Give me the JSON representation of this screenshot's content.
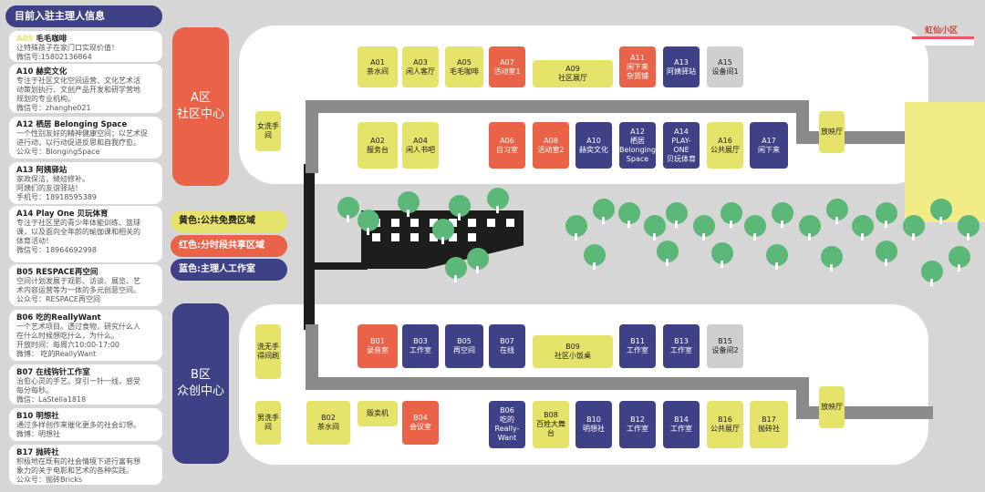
{
  "header": "目前入驻主理人信息",
  "cards": [
    {
      "id": "A05",
      "title": "毛毛咖啡",
      "lines": [
        "让特殊孩子在家门口实现价值！",
        "微信号:15802136864"
      ],
      "highlight": true
    },
    {
      "id": "A10",
      "title": "赫奕文化",
      "lines": [
        "专注于社区文化空间运营、文化艺术活",
        "动策划执行、文创产品开发和研学营地",
        "规划的专业机构。",
        "微信号：zhanghe021"
      ]
    },
    {
      "id": "A12",
      "title": "栖居 Belonging Space",
      "lines": [
        "一个性别友好的精神健康空间；以艺术促",
        "进行动，以行动促进反思和自我疗愈。",
        "公众号：BlongingSpace"
      ]
    },
    {
      "id": "A13",
      "title": "阿姨驿站",
      "lines": [
        "家政保洁，缝纫修补。",
        "阿姨们的友谊驿站！",
        "手机号：18918595389"
      ]
    },
    {
      "id": "A14",
      "title": "Play One 贝玩体育",
      "lines": [
        "专注于社区里的青少年体能训练、篮球",
        "课，以及面向全年龄的瑜伽课和相关的",
        "体育活动！",
        "微信号：18964692998"
      ]
    },
    {
      "id": "B05",
      "title": "RESPACE再空间",
      "lines": [
        "空间计划发展于观影、访谈、展览、艺",
        "术内容运营等为一体的多元创意空间。",
        "公众号：RESPACE再空间"
      ]
    },
    {
      "id": "B06",
      "title": "吃的ReallyWant",
      "lines": [
        "一个艺术项目。透过食物，研究什么人",
        "在什么时候想吃什么，为什么。",
        "开放时间：每周六10:00-17:00",
        "微博： 吃的ReallyWant"
      ]
    },
    {
      "id": "B07",
      "title": "在线钩针工作室",
      "lines": [
        "治愈心灵的手艺。穿引一针一线，感受",
        "每分每秒。",
        "微信：LaStella1818"
      ]
    },
    {
      "id": "B10",
      "title": "明想社",
      "lines": [
        "通过多样创作来催化更多的社会幻想。",
        "微博：明想社"
      ]
    },
    {
      "id": "B17",
      "title": "抛砖社",
      "lines": [
        "积极地在既有的社会情境下进行富有想",
        "象力的关于电影和艺术的各种实践。",
        "公众号：抛砖Bricks"
      ]
    }
  ],
  "zones": {
    "a_line1": "A区",
    "a_line2": "社区中心",
    "b_line1": "B区",
    "b_line2": "众创中心"
  },
  "legend": {
    "yellow": "黄色:公共免费区域",
    "red": "红色:分时段共享区域",
    "blue": "蓝色:主理人工作室"
  },
  "sign": "虹仙小区",
  "colors": {
    "yellow": "#e6e36b",
    "red": "#ea6248",
    "blue": "#3f4187",
    "gray": "#cfcfcf",
    "green": "#5bb878"
  },
  "rooms_a": {
    "women_wc": "女洗手间",
    "a01": [
      "A01",
      "茶水间"
    ],
    "a02": [
      "A02",
      "服务台"
    ],
    "a03": [
      "A03",
      "闲人客厅"
    ],
    "a04": [
      "A04",
      "闲人书吧"
    ],
    "a05": [
      "A05",
      "毛毛咖啡"
    ],
    "a06": [
      "A06",
      "自习室"
    ],
    "a07": [
      "A07",
      "活动室1"
    ],
    "a08": [
      "A08",
      "活动室2"
    ],
    "a09": [
      "A09",
      "社区展厅"
    ],
    "a10": [
      "A10",
      "赫奕文化"
    ],
    "a11": [
      "A11",
      "闲下来",
      "杂货铺"
    ],
    "a12": [
      "A12",
      "栖居",
      "Belonging",
      "Space"
    ],
    "a13": [
      "A13",
      "阿姨驿站"
    ],
    "a14": [
      "A14",
      "PLAY-",
      "ONE",
      "贝玩体育"
    ],
    "a15": [
      "A15",
      "设备间1"
    ],
    "a16": [
      "A16",
      "公共展厅"
    ],
    "a17": [
      "A17",
      "闲下来"
    ],
    "exit": "放映厅"
  },
  "rooms_b": {
    "wash": "洗无手得间刷",
    "men_wc": "男洗手间",
    "b01": [
      "B01",
      "录音室"
    ],
    "b02": [
      "B02",
      "茶水间"
    ],
    "vending": "贩卖机",
    "b03": [
      "B03",
      "工作室"
    ],
    "b04": [
      "B04",
      "会议室"
    ],
    "b05": [
      "B05",
      "再空间"
    ],
    "b06": [
      "B06",
      "吃的",
      "Really-",
      "Want"
    ],
    "b07": [
      "B07",
      "在线"
    ],
    "b08": [
      "B08",
      "百姓大舞",
      "台"
    ],
    "b09": [
      "B09",
      "社区小饭桌"
    ],
    "b10": [
      "B10",
      "明想社"
    ],
    "b11": [
      "B11",
      "工作室"
    ],
    "b12": [
      "B12",
      "工作室"
    ],
    "b13": [
      "B13",
      "工作室"
    ],
    "b14": [
      "B14",
      "工作室"
    ],
    "b15": [
      "B15",
      "设备间2"
    ],
    "b16": [
      "B16",
      "公共展厅"
    ],
    "b17": [
      "B17",
      "抛砖社"
    ],
    "exit": "放映厅"
  }
}
